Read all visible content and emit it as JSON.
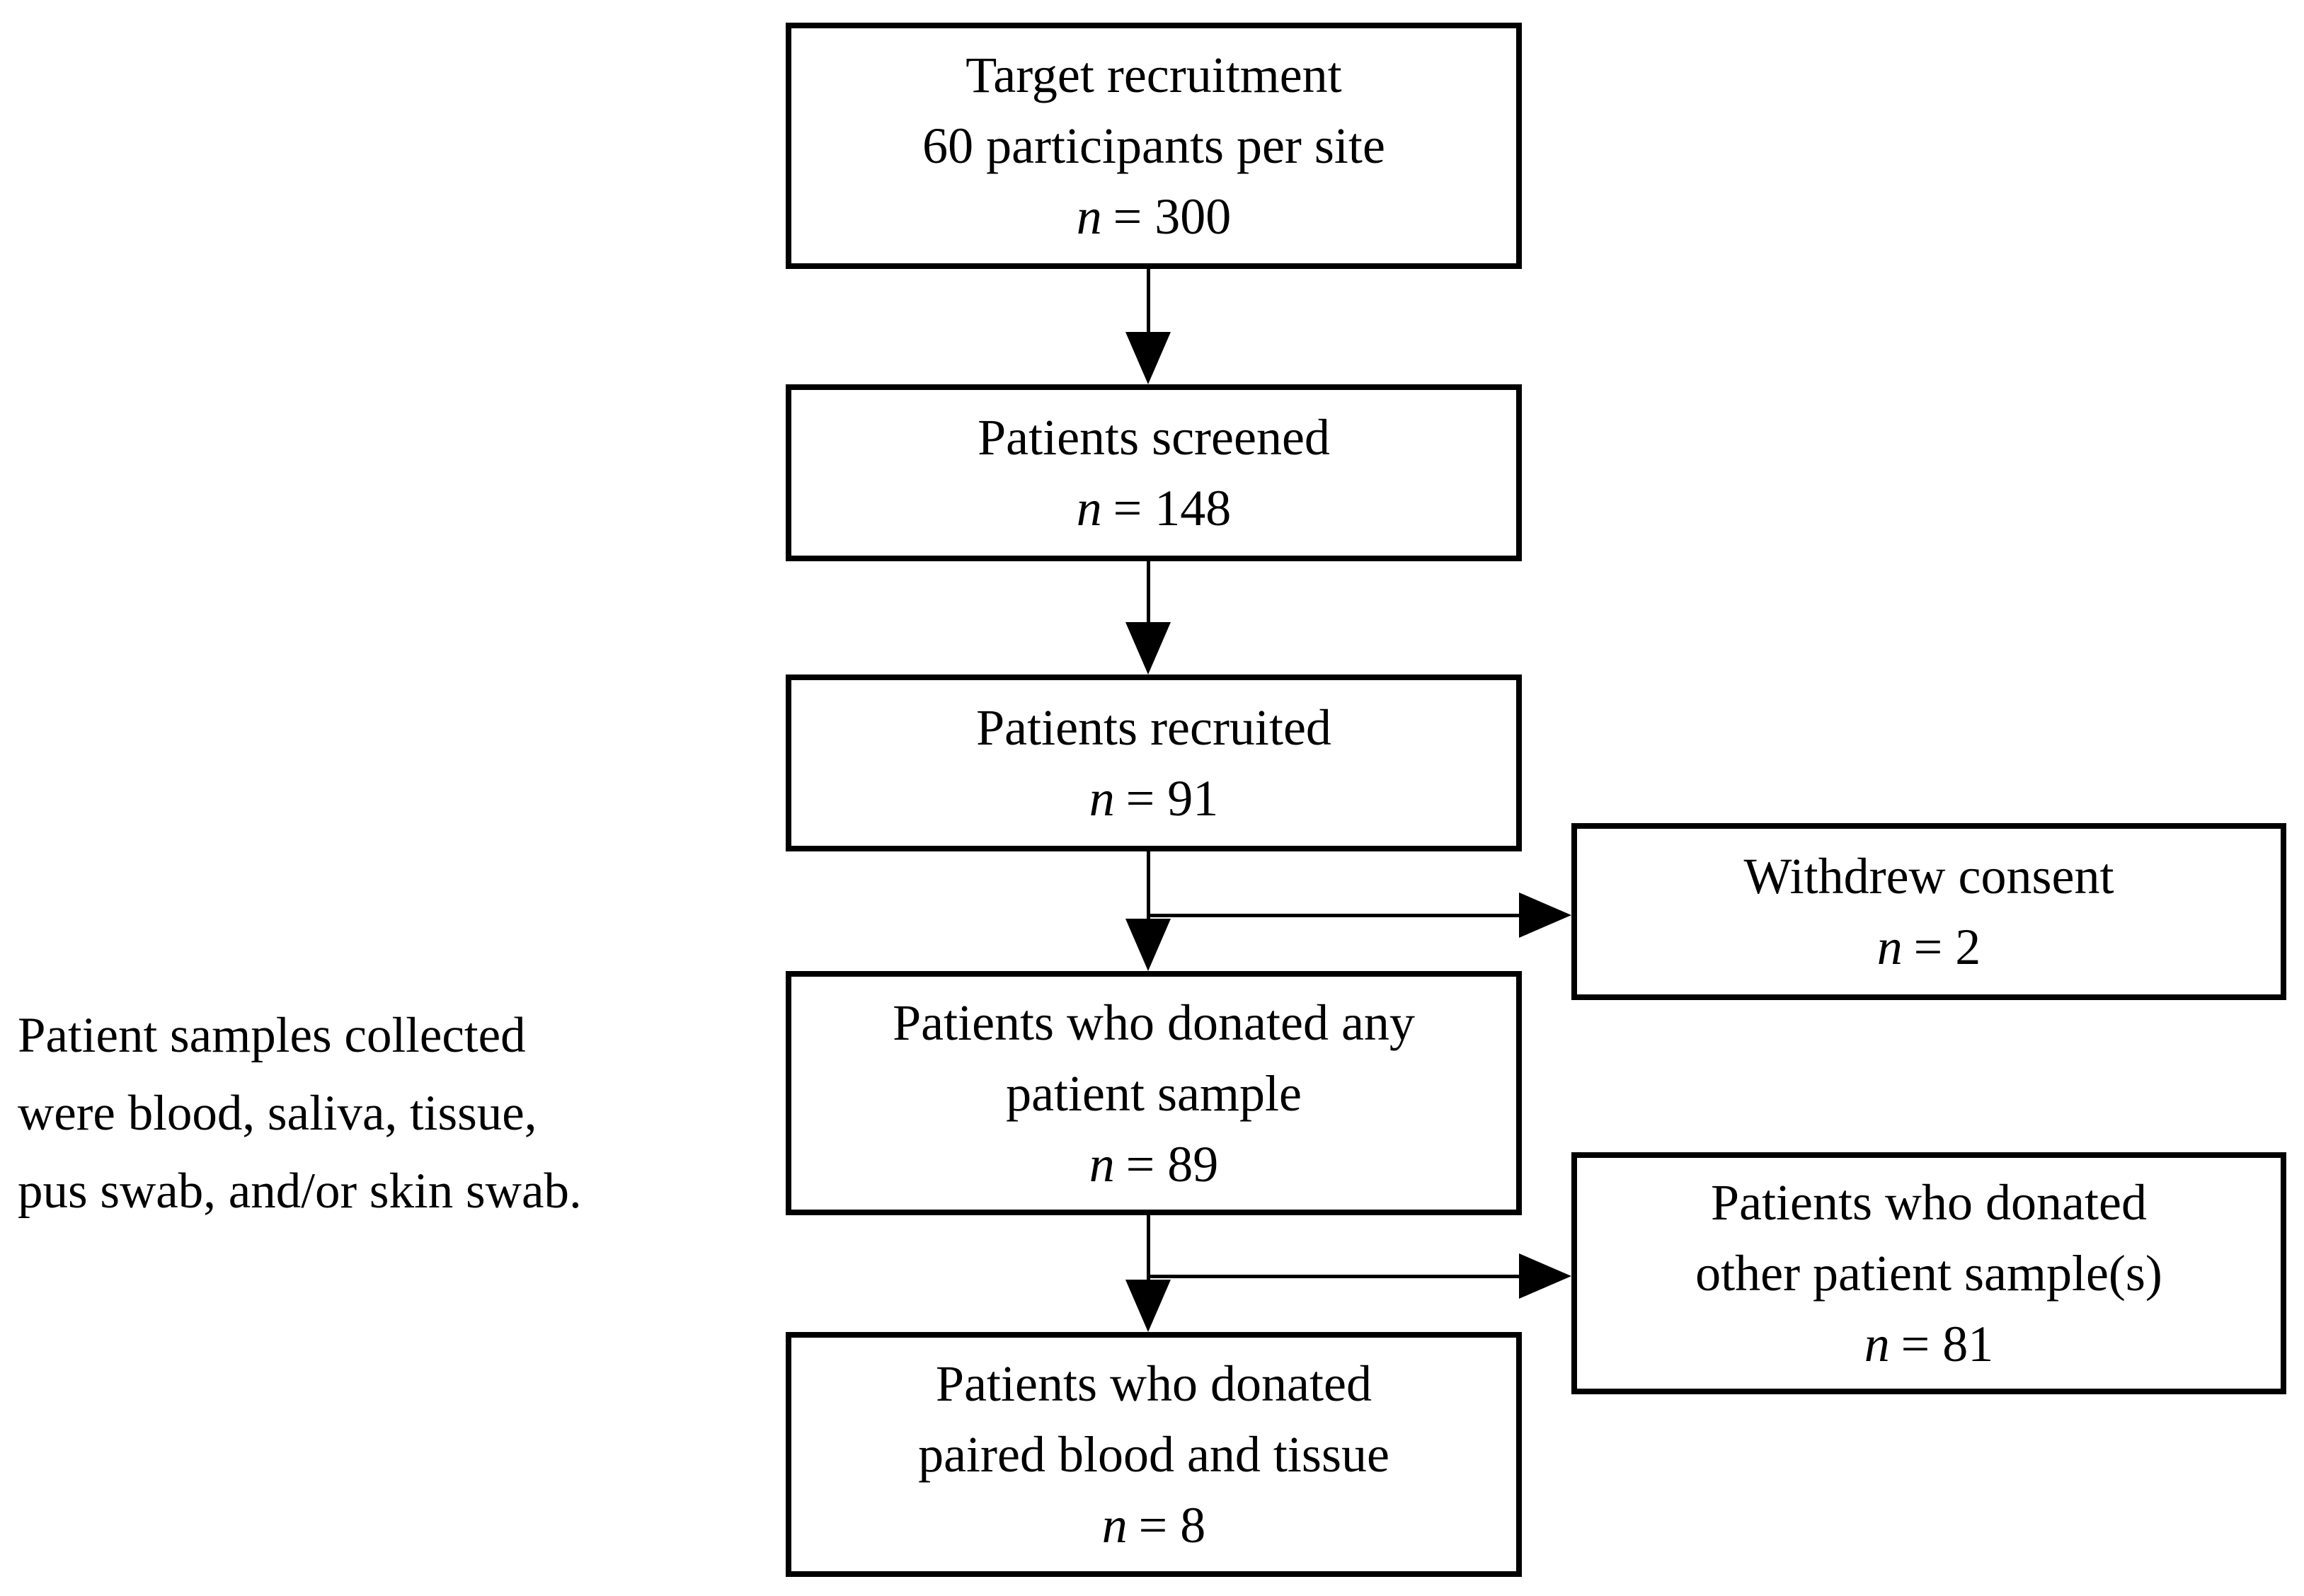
{
  "diagram": {
    "background_color": "#ffffff",
    "line_color": "#000000",
    "side_note": {
      "line1": "Patient samples collected",
      "line2": "were blood, saliva, tissue,",
      "line3": "pus swab, and/or skin swab."
    },
    "main_flow": [
      {
        "id": "target-recruitment",
        "line1": "Target recruitment",
        "line2": "60 participants per site",
        "n_label": "n",
        "n_value": "= 300"
      },
      {
        "id": "patients-screened",
        "line1": "Patients screened",
        "n_label": "n",
        "n_value": "= 148"
      },
      {
        "id": "patients-recruited",
        "line1": "Patients recruited",
        "n_label": "n",
        "n_value": "= 91"
      },
      {
        "id": "donated-any-sample",
        "line1": "Patients who donated any",
        "line2": "patient sample",
        "n_label": "n",
        "n_value": "= 89"
      },
      {
        "id": "donated-paired-blood-tissue",
        "line1": "Patients who donated",
        "line2": "paired blood and tissue",
        "n_label": "n",
        "n_value": "= 8"
      }
    ],
    "side_flow": [
      {
        "id": "withdrew-consent",
        "line1": "Withdrew consent",
        "n_label": "n",
        "n_value": "= 2"
      },
      {
        "id": "donated-other-samples",
        "line1": "Patients who donated",
        "line2": "other patient sample(s)",
        "n_label": "n",
        "n_value": "= 81"
      }
    ]
  }
}
